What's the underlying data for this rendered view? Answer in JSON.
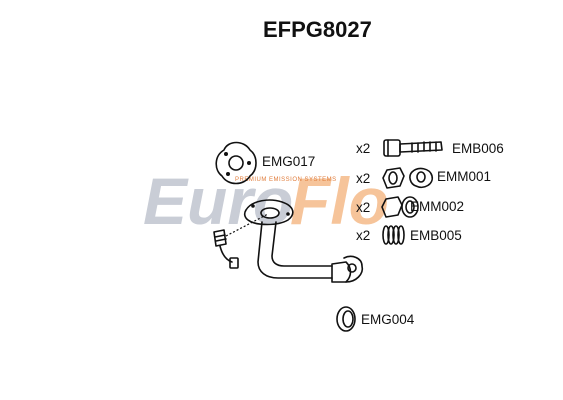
{
  "title": "EFPG8027",
  "watermark": {
    "brand_left": "Euro",
    "brand_right": "Flo",
    "tagline": "PREMIUM EMISSION SYSTEMS",
    "colors": {
      "grey": "#c9cdd6",
      "orange": "#f6c49a"
    }
  },
  "parts": [
    {
      "code": "EMG017",
      "qty": ""
    },
    {
      "code": "EMB006",
      "qty": "x2"
    },
    {
      "code": "EMM001",
      "qty": "x2"
    },
    {
      "code": "EMM002",
      "qty": "x2"
    },
    {
      "code": "EMB005",
      "qty": "x2"
    },
    {
      "code": "EMG004",
      "qty": ""
    }
  ],
  "icons": [
    "gasket-icon",
    "bolt-icon",
    "nut-icon",
    "spring-icon",
    "ring-gasket-icon",
    "front-pipe-icon",
    "lambda-sensor-icon"
  ]
}
